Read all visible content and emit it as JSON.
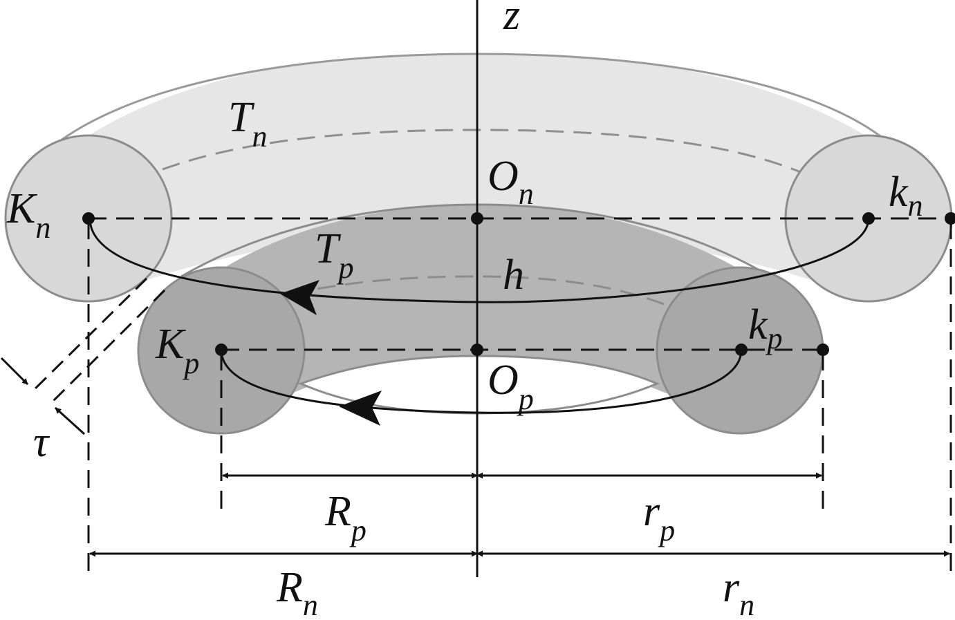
{
  "labels": {
    "z_axis": "z",
    "torus_n": {
      "main": "T",
      "sub": "n"
    },
    "torus_p": {
      "main": "T",
      "sub": "p"
    },
    "center_n": {
      "main": "O",
      "sub": "n"
    },
    "center_p": {
      "main": "O",
      "sub": "p"
    },
    "height": "h",
    "point_K_n": {
      "main": "K",
      "sub": "n"
    },
    "point_k_n": {
      "main": "k",
      "sub": "n"
    },
    "point_K_p": {
      "main": "K",
      "sub": "p"
    },
    "point_k_p": {
      "main": "k",
      "sub": "p"
    },
    "thickness": "τ",
    "radius_R_p": {
      "main": "R",
      "sub": "p"
    },
    "radius_r_p": {
      "main": "r",
      "sub": "p"
    },
    "radius_R_n": {
      "main": "R",
      "sub": "n"
    },
    "radius_r_n": {
      "main": "r",
      "sub": "n"
    }
  },
  "colors": {
    "torus_n_fill": "#e6e6e6",
    "torus_n_section": "#d6d6d6",
    "torus_p_fill": "#b3b3b3",
    "torus_p_section": "#a8a8a8",
    "outline": "#8c8c8c",
    "ink": "#111111"
  }
}
